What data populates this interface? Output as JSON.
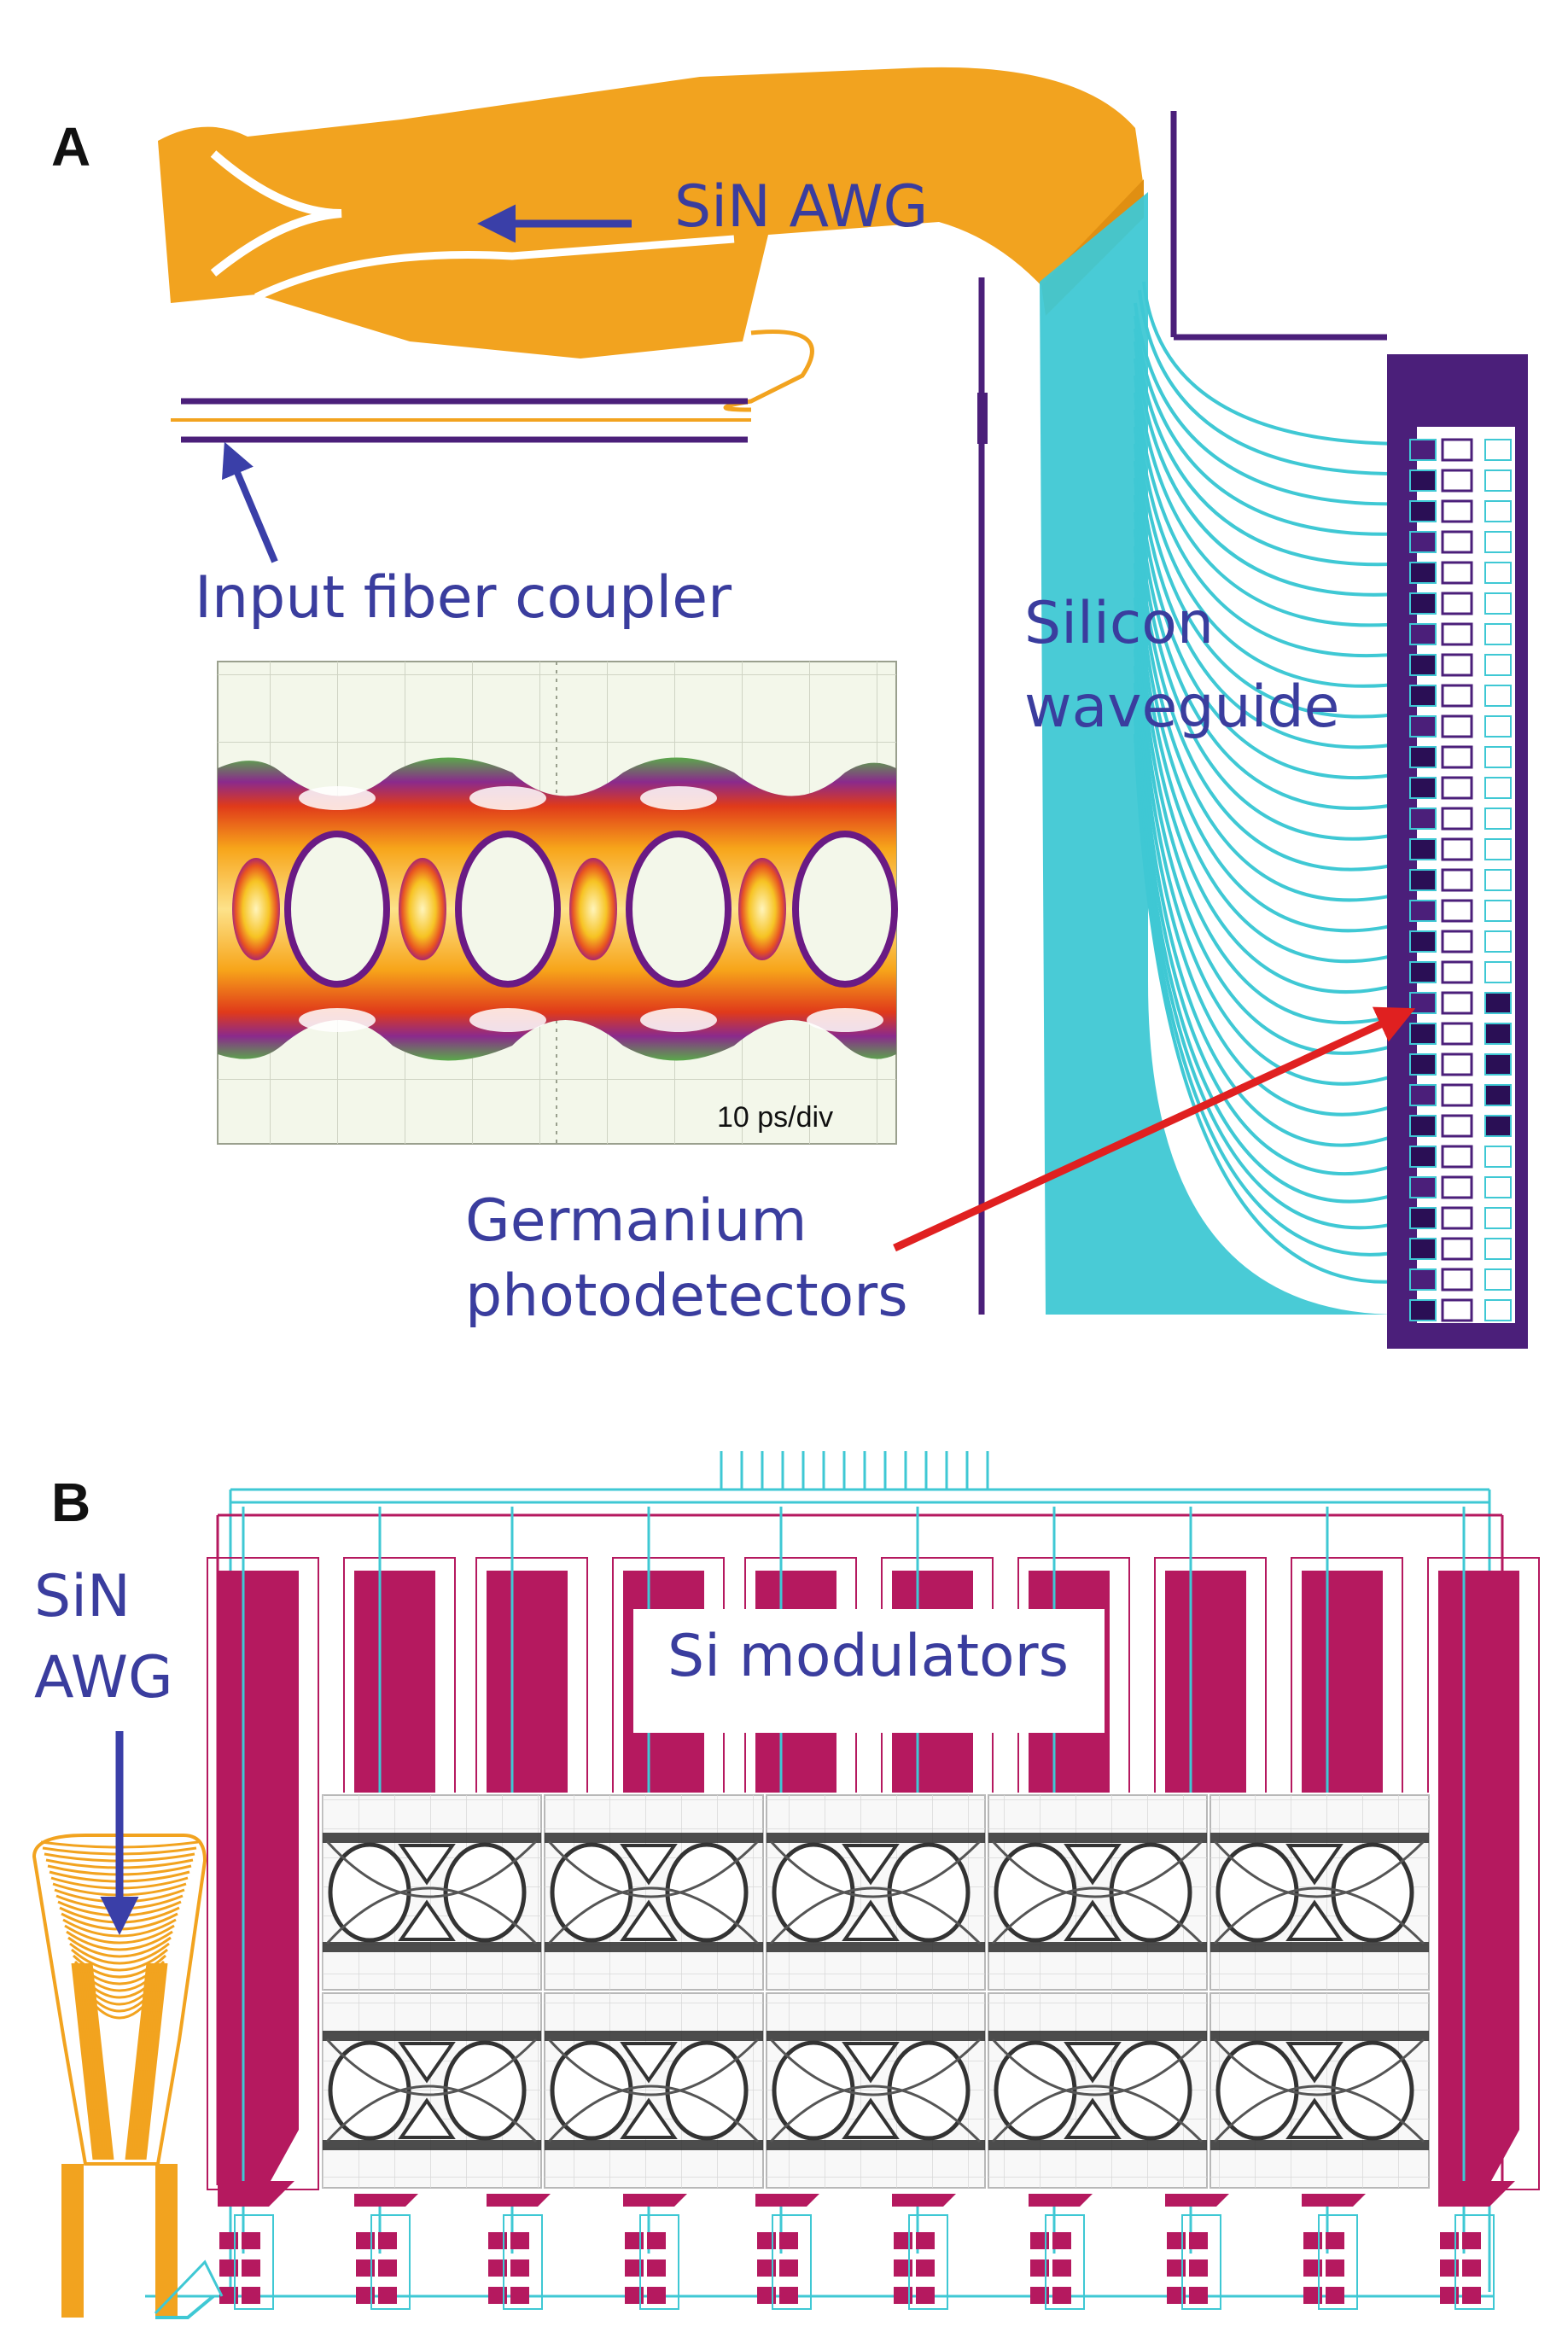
{
  "panels": {
    "a": {
      "letter": "A",
      "labels": {
        "sin_awg": "SiN AWG",
        "input_fiber_coupler": "Input fiber coupler",
        "silicon_waveguide_line1": "Silicon",
        "silicon_waveguide_line2": "waveguide",
        "germanium_line1": "Germanium",
        "germanium_line2": "photodetectors"
      },
      "eye_diagram": {
        "scale_label": "10 ps/div"
      }
    },
    "b": {
      "letter": "B",
      "labels": {
        "sin_awg_line1": "SiN",
        "sin_awg_line2": "AWG",
        "si_modulators": "Si modulators"
      },
      "eye_grid": {
        "rows": 2,
        "columns": 5
      }
    }
  },
  "colors": {
    "sin": "#f2a31f",
    "silicon": "#3fc8d4",
    "metal_purple": "#4b1f7a",
    "modulator_magenta": "#b5195f",
    "label_blue": "#3a3d9e",
    "arrow_blue": "#3a3fa8",
    "arrow_red": "#e02020",
    "eye_background": "#f3f7ea",
    "eye_grid": "#cfd4c4"
  }
}
